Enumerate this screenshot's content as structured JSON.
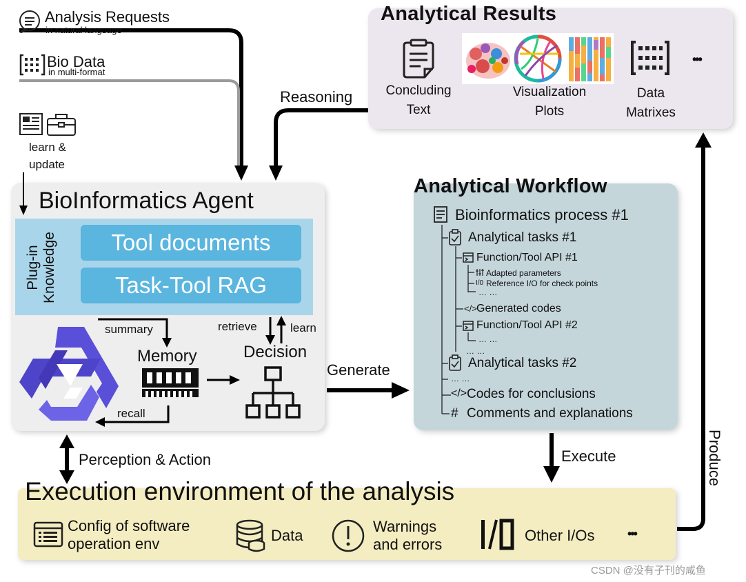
{
  "inputs": {
    "analysis_requests": {
      "title": "Analysis Requests",
      "subtitle": "in natural language"
    },
    "bio_data": {
      "title": "Bio Data",
      "subtitle": "in multi-format"
    },
    "learn_update": {
      "line1": "learn &",
      "line2": "update"
    }
  },
  "results": {
    "title": "Analytical  Results",
    "items": [
      {
        "label_line1": "Concluding",
        "label_line2": "Text",
        "icon": "document-icon"
      },
      {
        "label_line1": "Visualization",
        "label_line2": "Plots",
        "icon": "plots-thumbnail"
      },
      {
        "label_line1": "Data",
        "label_line2": "Matrixes",
        "icon": "matrix-icon"
      }
    ],
    "ellipsis": "•••"
  },
  "arrows": {
    "reasoning": "Reasoning",
    "generate": "Generate",
    "execute": "Execute",
    "produce": "Produce",
    "perception_action": "Perception & Action"
  },
  "agent": {
    "title": "BioInformatics Agent",
    "knowledge_label_line1": "Plug-in",
    "knowledge_label_line2": "Knowledge",
    "tool_documents": "Tool documents",
    "task_tool_rag": "Task-Tool RAG",
    "summary": "summary",
    "memory": "Memory",
    "recall": "recall",
    "retrieve": "retrieve",
    "learn": "learn",
    "decision": "Decision",
    "colors": {
      "logo": "#5a4fd8",
      "knowledge_bg": "#a9d5ea",
      "knowledge_button": "#5ab5df"
    }
  },
  "workflow": {
    "title": "Analytical  Workflow",
    "process": "Bioinformatics process #1",
    "task1": "Analytical tasks #1",
    "api1": "Function/Tool API #1",
    "adapted_params": "Adapted parameters",
    "reference_io": "Reference I/O for check points",
    "dots_a": "… …",
    "generated_codes": "Generated codes",
    "api2": "Function/Tool API #2",
    "dots_b": "… …",
    "dots_c": "… …",
    "task2": "Analytical tasks #2",
    "dots_d": "… …",
    "codes_conclusions": "Codes for conclusions",
    "comments": "Comments and explanations",
    "io_mark": "I/0",
    "code_mark": "</>",
    "hash_mark": "#"
  },
  "environment": {
    "title": "Execution environment of the analysis",
    "items": [
      {
        "line1": "Config of software",
        "line2": "operation env",
        "icon": "config-window-icon"
      },
      {
        "line1": "Data",
        "line2": "",
        "icon": "database-icon"
      },
      {
        "line1": "Warnings",
        "line2": "and errors",
        "icon": "warning-icon"
      },
      {
        "line1": "Other I/Os",
        "line2": "",
        "icon": "io-icon"
      }
    ],
    "io_glyph": "I/O",
    "ellipsis": "•••"
  },
  "watermark": "CSDN @没有子刊的咸鱼"
}
